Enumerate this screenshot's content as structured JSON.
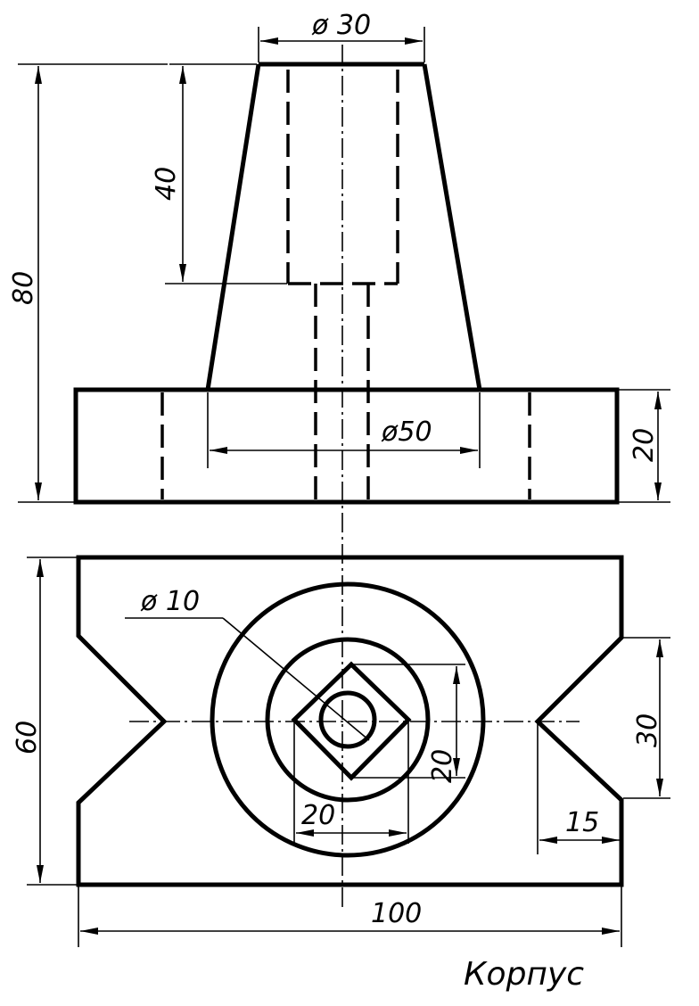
{
  "drawing": {
    "title": "Корпус",
    "dimensions": {
      "top_diameter": "ø 30",
      "bore_depth": "40",
      "overall_height": "80",
      "cone_base_diameter": "ø50",
      "base_height": "20",
      "plan_depth": "60",
      "hole_diameter": "ø 10",
      "square_vertical": "20",
      "square_horizontal": "20",
      "notch_width": "30",
      "notch_depth": "15",
      "overall_length": "100"
    }
  }
}
